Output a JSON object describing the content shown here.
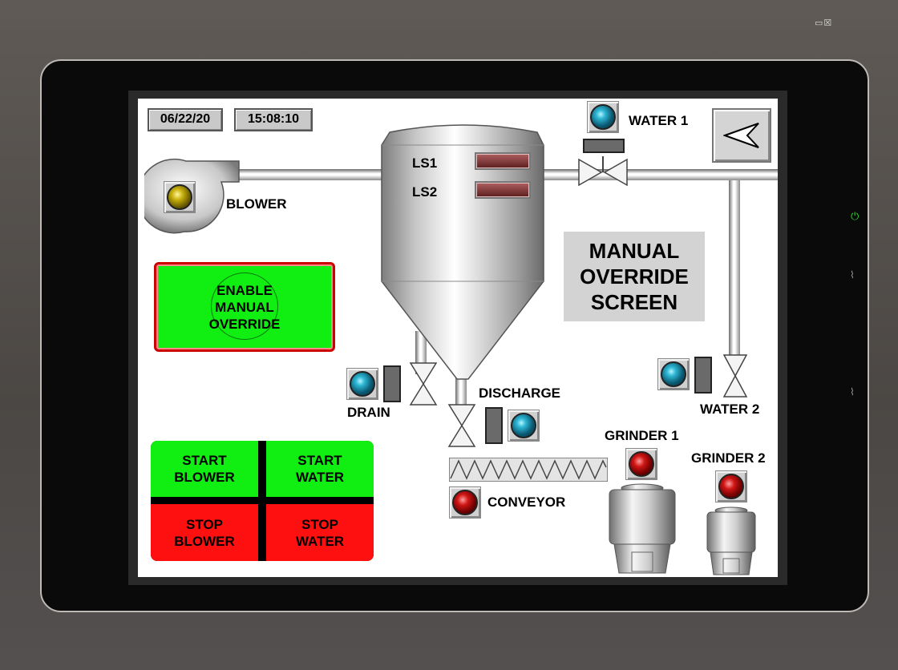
{
  "window": {
    "controls": "▭☒"
  },
  "header": {
    "date": "06/22/20",
    "time": "15:08:10"
  },
  "title_panel": {
    "line1": "MANUAL",
    "line2": "OVERRIDE",
    "line3": "SCREEN"
  },
  "tank": {
    "ls1_label": "LS1",
    "ls2_label": "LS2"
  },
  "labels": {
    "blower": "BLOWER",
    "water1": "WATER 1",
    "water2": "WATER 2",
    "drain": "DRAIN",
    "discharge": "DISCHARGE",
    "conveyor": "CONVEYOR",
    "grinder1": "GRINDER 1",
    "grinder2": "GRINDER 2"
  },
  "buttons": {
    "enable_override": "ENABLE\nMANUAL\nOVERRIDE",
    "start_blower": "START\nBLOWER",
    "start_water": "START\nWATER",
    "stop_blower": "STOP\nBLOWER",
    "stop_water": "STOP\nWATER"
  },
  "indicator_colors": {
    "blower": "#c9b10c",
    "water1": "#2fb9d6",
    "water2": "#2fb9d6",
    "drain": "#2fb9d6",
    "discharge": "#2fb9d6",
    "conveyor": "#d01515",
    "grinder1": "#d01515",
    "grinder2": "#d01515"
  },
  "side_icons": [
    "power-icon",
    "signal-icon",
    "signal-icon"
  ]
}
